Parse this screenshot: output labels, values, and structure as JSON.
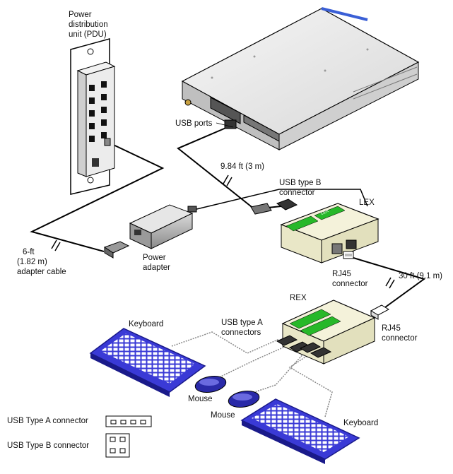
{
  "labels": {
    "pdu_line1": "Power",
    "pdu_line2": "distribution",
    "pdu_line3": "unit (PDU)",
    "usb_ports": "USB ports",
    "cable_3m": "9.84 ft (3 m)",
    "usb_b_line1": "USB type B",
    "usb_b_line2": "connector",
    "lex": "LEX",
    "adapter_cable_line1": "6-ft",
    "adapter_cable_line2": "(1.82 m)",
    "adapter_cable_line3": "adapter cable",
    "power_adapter_line1": "Power",
    "power_adapter_line2": "adapter",
    "rj45_top_line1": "RJ45",
    "rj45_top_line2": "connector",
    "cable_9m": "30 ft (9.1 m)",
    "rex": "REX",
    "rj45_bottom_line1": "RJ45",
    "rj45_bottom_line2": "connector",
    "keyboard_left": "Keyboard",
    "usb_a_line1": "USB type A",
    "usb_a_line2": "connectors",
    "mouse_left": "Mouse",
    "mouse_right": "Mouse",
    "keyboard_right": "Keyboard"
  },
  "legend": {
    "type_a": "USB Type A connector",
    "type_b": "USB Type B connector"
  },
  "colors": {
    "keyboard": "#3a3ad6",
    "keyboard_dark": "#1a1a8a",
    "beige_box": "#f0eecf",
    "green_label": "#27b829",
    "server_gray": "#e6e6e6",
    "adapter_gray": "#bdbdbd"
  }
}
